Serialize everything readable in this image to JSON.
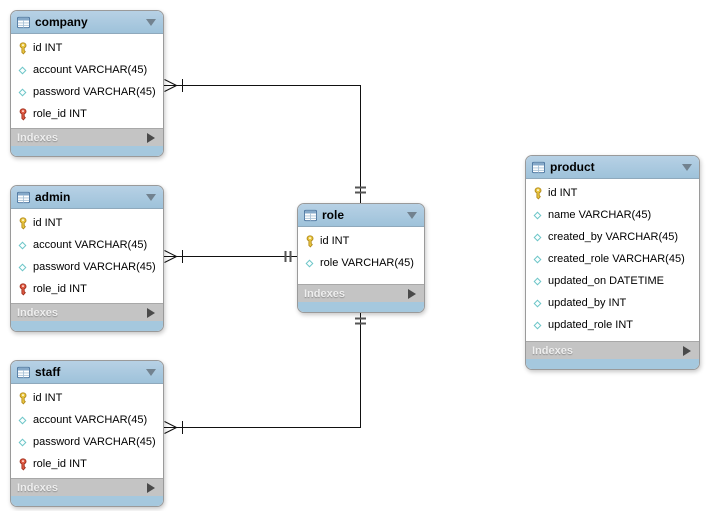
{
  "diagram": {
    "tables": [
      {
        "id": "company",
        "name": "company",
        "columns": [
          {
            "icon": "primary-key",
            "label": "id INT"
          },
          {
            "icon": "column",
            "label": "account VARCHAR(45)"
          },
          {
            "icon": "column",
            "label": "password VARCHAR(45)"
          },
          {
            "icon": "foreign-key",
            "label": "role_id INT"
          }
        ],
        "footer": "Indexes"
      },
      {
        "id": "admin",
        "name": "admin",
        "columns": [
          {
            "icon": "primary-key",
            "label": "id INT"
          },
          {
            "icon": "column",
            "label": "account VARCHAR(45)"
          },
          {
            "icon": "column",
            "label": "password VARCHAR(45)"
          },
          {
            "icon": "foreign-key",
            "label": "role_id INT"
          }
        ],
        "footer": "Indexes"
      },
      {
        "id": "staff",
        "name": "staff",
        "columns": [
          {
            "icon": "primary-key",
            "label": "id INT"
          },
          {
            "icon": "column",
            "label": "account VARCHAR(45)"
          },
          {
            "icon": "column",
            "label": "password VARCHAR(45)"
          },
          {
            "icon": "foreign-key",
            "label": "role_id INT"
          }
        ],
        "footer": "Indexes"
      },
      {
        "id": "role",
        "name": "role",
        "columns": [
          {
            "icon": "primary-key",
            "label": "id INT"
          },
          {
            "icon": "column",
            "label": "role VARCHAR(45)"
          }
        ],
        "footer": "Indexes"
      },
      {
        "id": "product",
        "name": "product",
        "columns": [
          {
            "icon": "primary-key",
            "label": "id INT"
          },
          {
            "icon": "column",
            "label": "name VARCHAR(45)"
          },
          {
            "icon": "column",
            "label": "created_by VARCHAR(45)"
          },
          {
            "icon": "column",
            "label": "created_role VARCHAR(45)"
          },
          {
            "icon": "column",
            "label": "updated_on DATETIME"
          },
          {
            "icon": "column",
            "label": "updated_by INT"
          },
          {
            "icon": "column",
            "label": "updated_role INT"
          }
        ],
        "footer": "Indexes"
      }
    ],
    "relationships": [
      {
        "from": "company",
        "to": "role",
        "from_cardinality": "many",
        "to_cardinality": "one",
        "from_marker": "crow-foot-tick",
        "to_marker": "double-tick"
      },
      {
        "from": "admin",
        "to": "role",
        "from_cardinality": "many",
        "to_cardinality": "one",
        "from_marker": "crow-foot-tick",
        "to_marker": "double-tick"
      },
      {
        "from": "staff",
        "to": "role",
        "from_cardinality": "many",
        "to_cardinality": "one",
        "from_marker": "crow-foot-tick",
        "to_marker": "double-tick"
      }
    ],
    "colors": {
      "header_blue": "#a5c6dd",
      "footer_gray": "#c4c4c4",
      "primary_key_icon": "#e2b637",
      "foreign_key_icon": "#cf4a31",
      "column_icon": "#6ec6c8",
      "line": "#111111"
    }
  }
}
